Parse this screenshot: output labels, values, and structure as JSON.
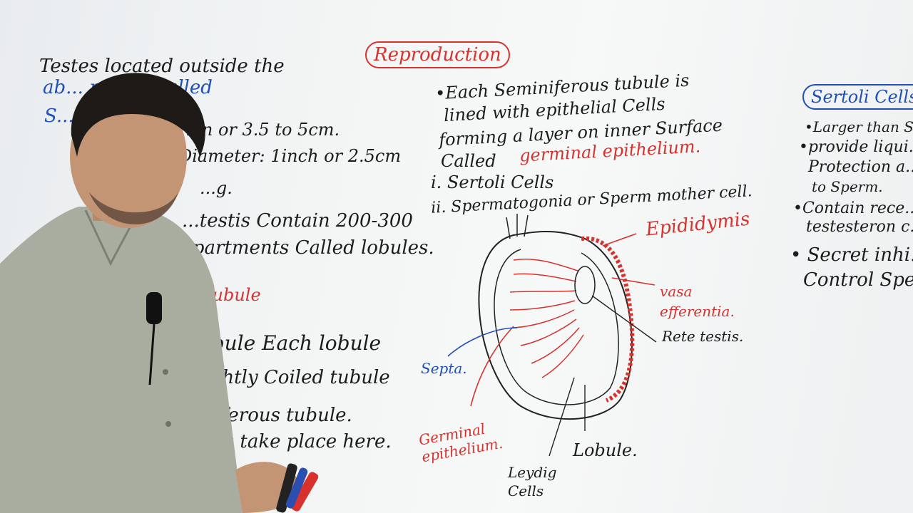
{
  "left_notes": {
    "l1": "Testes located outside the",
    "l2": "ab... pouch Called",
    "l3": "S...",
    "l4": "...n or 3.5 to 5cm.",
    "l5": "Diameter: 1inch or 2.5cm",
    "l6": "...g.",
    "l7": "...testis Contain 200-300",
    "l8": "...partments Called lobules.",
    "l9": "...tubule",
    "l10": "...bule  Each lobule",
    "l11": "...ghtly Coiled tubule",
    "l12": "...ferous tubule.",
    "l13": "...s take place here."
  },
  "title": "Reproduction",
  "middle_notes": {
    "m1": "•Each Seminiferous tubule is",
    "m2": "lined with epithelial Cells",
    "m3": "forming a layer on inner Surface",
    "m4": "Called",
    "m4_red": "germinal epithelium.",
    "m5": "i. Sertoli Cells",
    "m6": "ii. Spermatogonia or Sperm mother cell."
  },
  "diagram_labels": {
    "epididymis": "Epididymis",
    "vasa": "vasa efferentia.",
    "rete": "Rete testis.",
    "septa": "Septa.",
    "germinal": "Germinal epithelium.",
    "lobule": "Lobule.",
    "leydig": "Leydig Cells"
  },
  "right_notes": {
    "title": "Sertoli Cells",
    "r1": "•Larger than S...",
    "r2": "•provide liqui...",
    "r3": "Protection a...",
    "r4": "to Sperm.",
    "r5": "•Contain rece...",
    "r6": "testesteron c...",
    "r7": "• Secret inhi...",
    "r8": "Control Spe..."
  }
}
